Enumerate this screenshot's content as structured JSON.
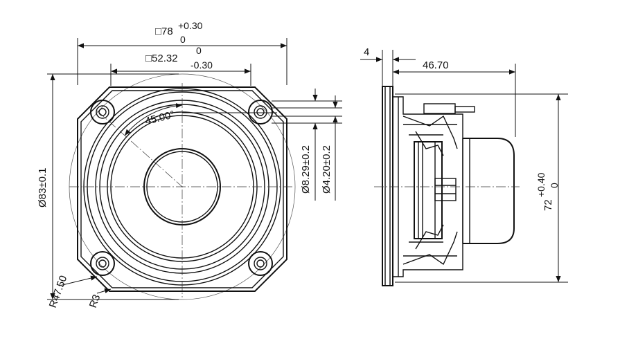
{
  "dimensions": {
    "square_outer": "□78",
    "square_outer_tol_upper": "+0.30",
    "square_outer_tol_lower": "0",
    "square_inner": "□52.32",
    "square_inner_tol_upper": "0",
    "square_inner_tol_lower": "-0.30",
    "angle": "45.00°",
    "outer_diameter": "Ø83±0.1",
    "hole_pcd": "Ø8.29±0.2",
    "hole_diameter": "Ø4.20±0.2",
    "radius_large": "R47.50",
    "radius_small": "R3",
    "flange_thickness": "4",
    "depth": "46.70",
    "height": "72",
    "height_tol_upper": "+0.40",
    "height_tol_lower": "0"
  },
  "colors": {
    "line": "#111111",
    "background": "#ffffff"
  }
}
